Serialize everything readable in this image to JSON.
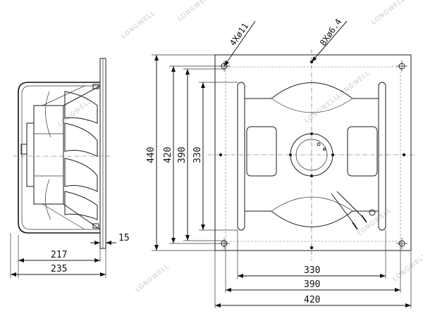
{
  "watermark": "LONGWELL",
  "side_view": {
    "dimensions": {
      "flange_thickness": "15",
      "depth_motor": "217",
      "depth_total": "235"
    }
  },
  "front_view": {
    "callouts": {
      "corner_holes": "4Xø11",
      "mount_holes": "8Xø6.4"
    },
    "vertical_dimensions": [
      "440",
      "420",
      "390",
      "330"
    ],
    "horizontal_dimensions": [
      "330",
      "390",
      "420"
    ]
  }
}
